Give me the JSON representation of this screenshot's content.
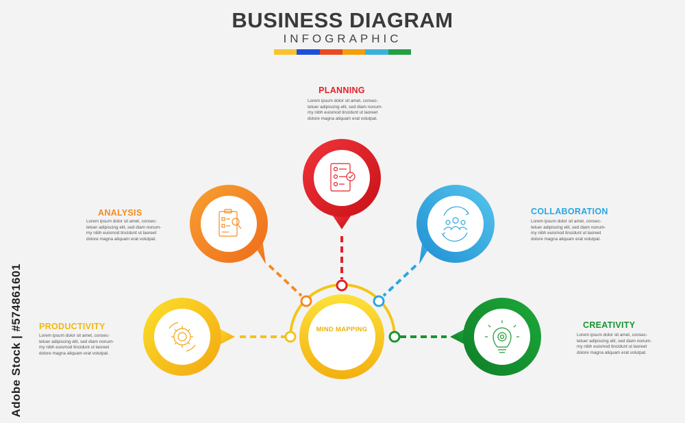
{
  "header": {
    "title": "BUSINESS DIAGRAM",
    "subtitle": "INFOGRAPHIC",
    "bar_colors": [
      "#f9c22e",
      "#1d4fd8",
      "#ea4a1f",
      "#f59e0b",
      "#38b2d8",
      "#22a045"
    ]
  },
  "center": {
    "label": "MIND MAPPING",
    "color": "#f5c518"
  },
  "steps": [
    {
      "title": "PLANNING",
      "color": "#e21f26",
      "icon": "clipboard-checklist-icon",
      "desc": "Lorem ipsum dolor sit amet, consec-\ntetuer adipiscing elit, sed diam nonum-\nmy nibh euismod tincidunt ut laoreet\ndolore magna aliquam erat volutpat."
    },
    {
      "title": "ANALYSIS",
      "color": "#f58a1f",
      "icon": "clipboard-search-icon",
      "desc": "Lorem ipsum dolor sit amet, consec-\ntetuer adipiscing elit, sed diam nonum-\nmy nibh euismod tincidunt ut laoreet\ndolore magna aliquam erat volutpat."
    },
    {
      "title": "COLLABORATION",
      "color": "#2aa6df",
      "icon": "team-cycle-icon",
      "desc": "Lorem ipsum dolor sit amet, consec-\ntetuer adipiscing elit, sed diam nonum-\nmy nibh euismod tincidunt ut laoreet\ndolore magna aliquam erat volutpat."
    },
    {
      "title": "PRODUCTIVITY",
      "color": "#f0b90f",
      "icon": "gear-cycle-icon",
      "desc": "Lorem ipsum dolor sit amet, consec-\ntetuer adipiscing elit, sed diam nonum-\nmy nibh euismod tincidunt ut laoreet\ndolore magna aliquam erat volutpat."
    },
    {
      "title": "CREATIVITY",
      "color": "#16942f",
      "icon": "lightbulb-gear-icon",
      "desc": "Lorem ipsum dolor sit amet, consec-\ntetuer adipiscing elit, sed diam nonum-\nmy nibh euismod tincidunt ut laoreet\ndolore magna aliquam erat volutpat."
    }
  ],
  "watermark": "Adobe Stock | #574861601"
}
